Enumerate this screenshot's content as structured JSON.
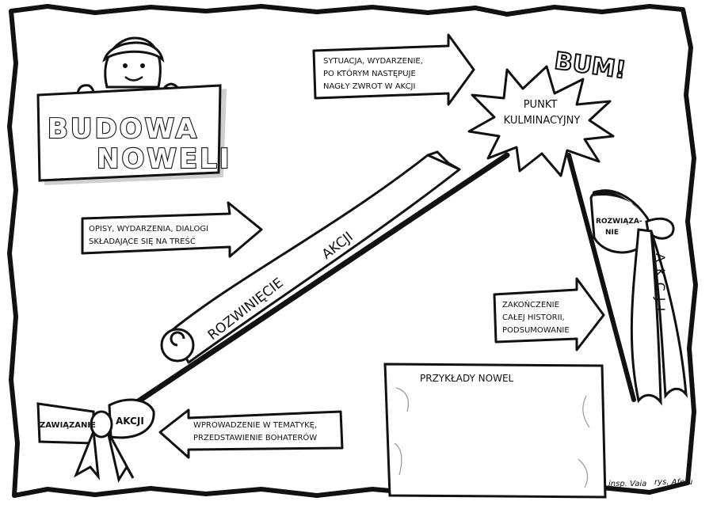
{
  "title": {
    "line1": "BUDOWA",
    "line2": "NOWELI"
  },
  "bum": "BUM!",
  "climax": {
    "line1": "PUNKT",
    "line2": "KULMINACYJNY"
  },
  "climax_note": {
    "line1": "SYTUACJA, WYDARZENIE,",
    "line2": "PO KTÓRYM NASTĘPUJE",
    "line3": "NAGŁY ZWROT W AKCJI"
  },
  "development_note": {
    "line1": "OPISY, WYDARZENIA, DIALOGI",
    "line2": "SKŁADAJĄCE SIĘ NA TREŚĆ"
  },
  "development_banner": {
    "word1": "ROZWINIĘCIE",
    "word2": "AKCJI"
  },
  "exposition": {
    "word1": "ZAWIĄZANIE",
    "word2": "AKCJI"
  },
  "exposition_note": {
    "line1": "WPROWADZENIE W TEMATYKĘ,",
    "line2": "PRZEDSTAWIENIE BOHATERÓW"
  },
  "resolution": {
    "word1": "ROZWIĄZA-",
    "word2": "NIE",
    "word3": "AKCJI"
  },
  "resolution_note": {
    "line1": "ZAKOŃCZENIE",
    "line2": "CAŁEJ HISTORII,",
    "line3": "PODSUMOWANIE"
  },
  "examples_title": "PRZYKŁADY NOWEL",
  "credits": {
    "left": "insp. Vaia",
    "right": "rys. Afetu"
  },
  "colors": {
    "ink": "#111111",
    "paper": "#ffffff",
    "shadow": "#cfcfcf"
  }
}
